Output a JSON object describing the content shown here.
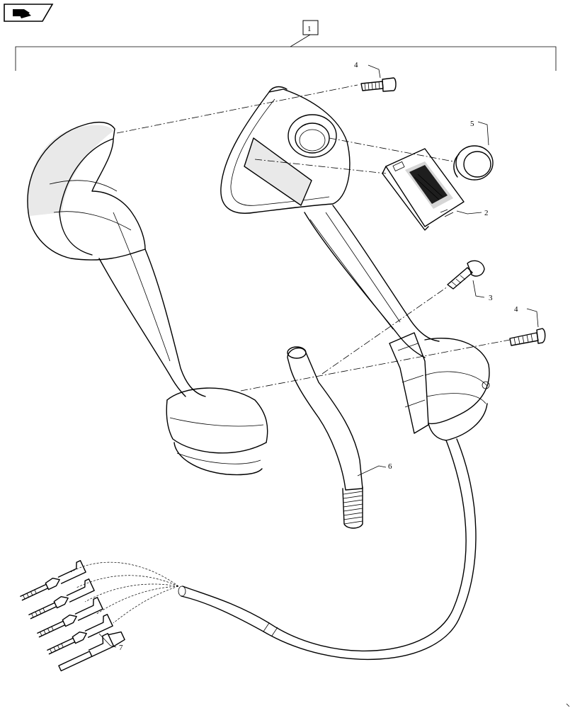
{
  "callouts": {
    "assembly": "1",
    "switch": "2",
    "screw_small": "3",
    "screw_top": "4",
    "screw_right": "4",
    "button": "5",
    "tube": "6",
    "terminals": "7"
  },
  "icons": {
    "nav": "page-navigation-arrow-icon"
  }
}
